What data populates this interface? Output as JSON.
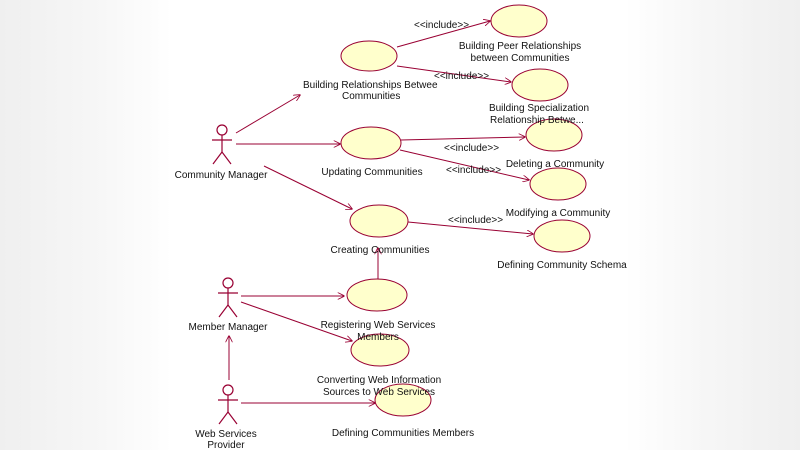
{
  "colors": {
    "stroke": "#990033",
    "usecase_fill": "#ffffcc",
    "text": "#111111"
  },
  "actors": {
    "community_manager": "Community Manager",
    "member_manager": "Member Manager",
    "ws_provider_line1": "Web Services",
    "ws_provider_line2": "Provider"
  },
  "usecases": {
    "building_relationships_1": "Building  Relationships Betwee",
    "building_relationships_2": "Communities",
    "building_peer_1": "Building Peer Relationships",
    "building_peer_2": "between Communities",
    "building_spec_1": "Building Specialization",
    "building_spec_2": "Relationship Betwe...",
    "updating": "Updating Communities",
    "deleting": "Deleting a Community",
    "modifying": "Modifying a Community",
    "creating": "Creating  Communities",
    "defining_schema": "Defining Community Schema",
    "registering_1": "Registering Web Services",
    "registering_2": "Members",
    "converting_1": "Converting Web Information",
    "converting_2": "Sources to Web Services",
    "defining_members": "Defining Communities Members"
  },
  "stereotypes": {
    "include": "<<include>>"
  }
}
